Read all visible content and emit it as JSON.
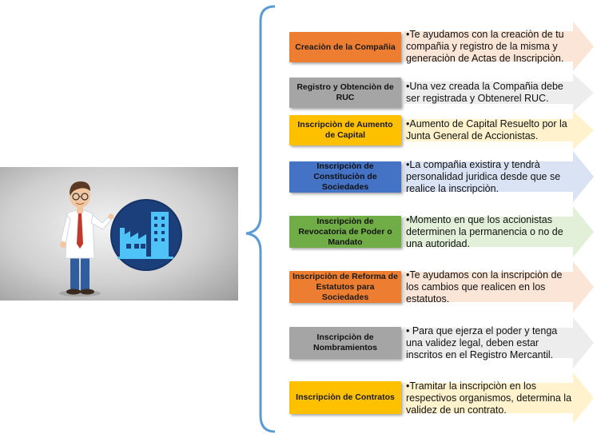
{
  "colors": {
    "orange": "#ed7d31",
    "gray": "#a5a5a5",
    "yellow": "#ffc000",
    "blue": "#4472c4",
    "green": "#70ad47",
    "brace": "#5b9bd5",
    "arrow_orange": "#fbe5d6",
    "arrow_gray": "#ededed",
    "arrow_yellow": "#fff2cc",
    "arrow_blue": "#dae3f3",
    "arrow_green": "#e2f0d9"
  },
  "items": [
    {
      "label": "Creaciòn de la Compañia",
      "desc": "•Te ayudamos con la creaciòn de tu compañia y registro de la misma y generaciòn de Actas de Inscripciòn."
    },
    {
      "label": "Registro y Obtenciòn de RUC",
      "desc": "•Una vez creada la Compañia debe ser registrada y Obtenerel RUC."
    },
    {
      "label": "Inscripciòn de Aumento de Capital",
      "desc": "•Aumento de Capital Resuelto por la Junta General de Accionistas."
    },
    {
      "label": "Inscripciòn de Constituciòn de Sociedades",
      "desc": "•La compañia existira y tendrà personalidad juridica desde que se realice la inscripciòn."
    },
    {
      "label": "Inscripciòn de Revocatoria de Poder o Mandato",
      "desc": "•Momento en que los accionistas determinen la permanencia o no de una autoridad."
    },
    {
      "label": "Inscripciòn de Reforma de Estatutos para Sociedades",
      "desc": "•Te ayudamos con la inscripciòn de los cambios que realicen en los estatutos."
    },
    {
      "label": "Inscripciòn de Nombramientos",
      "desc": "• Para  que ejerza el poder y tenga una validez legal, deben estar inscritos en el Registro Mercantil."
    },
    {
      "label": "Inscripciòn de Contratos",
      "desc": "•Tramitar la inscripciòn en los respectivos organismos, determina la validez de un contrato."
    }
  ]
}
